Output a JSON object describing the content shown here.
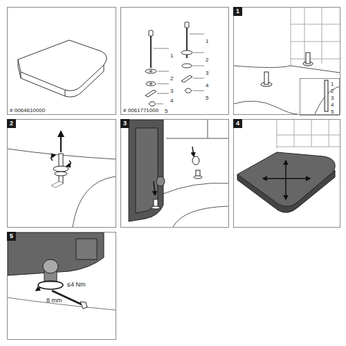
{
  "diagram": {
    "nodes": [
      {
        "text": [
          "# 0064610000"
        ]
      },
      {
        "text": [
          "1",
          "2",
          "3",
          "4",
          "5",
          "1",
          "2",
          "3",
          "4",
          "5",
          "# 0061771000"
        ]
      },
      {
        "text": [
          "1"
        ]
      },
      {
        "text": [
          "1",
          "2",
          "3",
          "4",
          "5"
        ],
        "in": 2
      },
      {
        "text": [
          "2"
        ]
      },
      {
        "text": [
          "3"
        ]
      },
      {
        "text": [
          "4"
        ]
      },
      {
        "text": [
          "5",
          "≤4 Nm",
          "8 mm"
        ]
      }
    ]
  }
}
